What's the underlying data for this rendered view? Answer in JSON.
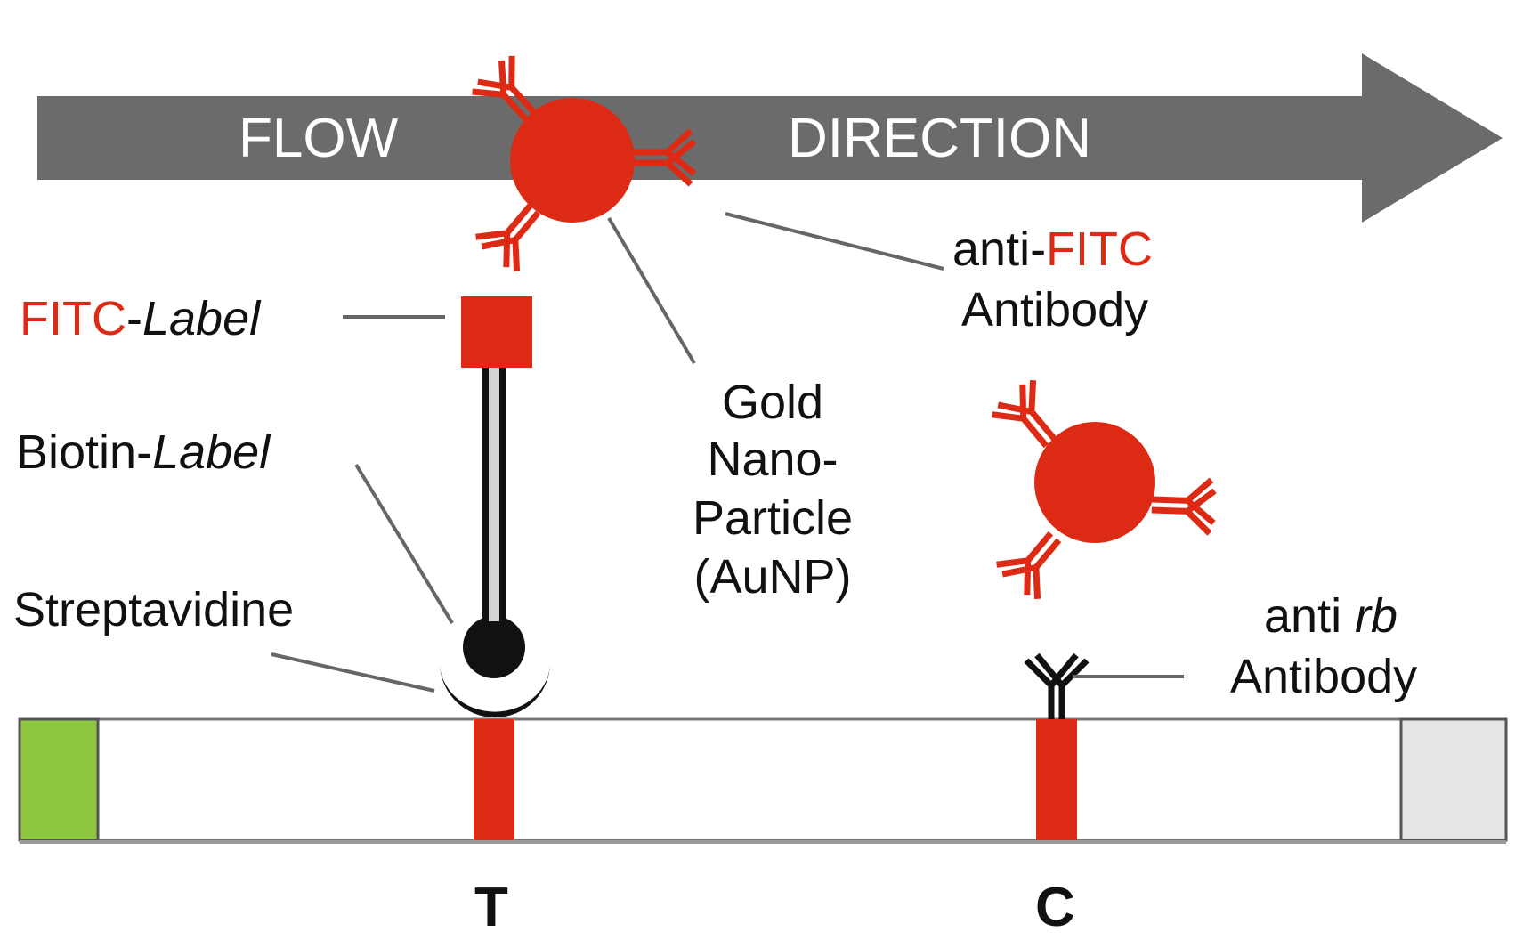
{
  "colors": {
    "red": "#dd2a14",
    "arrow_gray": "#6b6b6b",
    "sample_pad": "#8dc63f",
    "absorbent_pad": "#e6e6e6",
    "black": "#111111"
  },
  "flow_arrow": {
    "word1": "FLOW",
    "word2": "DIRECTION"
  },
  "labels": {
    "fitc_label": {
      "part1": "FITC",
      "part2": "-",
      "part3": "Label"
    },
    "biotin_label": {
      "part1": "Biotin-",
      "part2": "Label"
    },
    "streptavidine": "Streptavidine",
    "gold_nanoparticle": {
      "line1": "Gold",
      "line2": "Nano-",
      "line3": "Particle",
      "line4": "(AuNP)"
    },
    "anti_fitc_antibody": {
      "part1": "anti-",
      "part2": "FITC",
      "line2": "Antibody"
    },
    "anti_rb_antibody": {
      "part1": "anti ",
      "part2": "rb",
      "line2": "Antibody"
    }
  },
  "strip": {
    "test_line_label": "T",
    "control_line_label": "C"
  }
}
